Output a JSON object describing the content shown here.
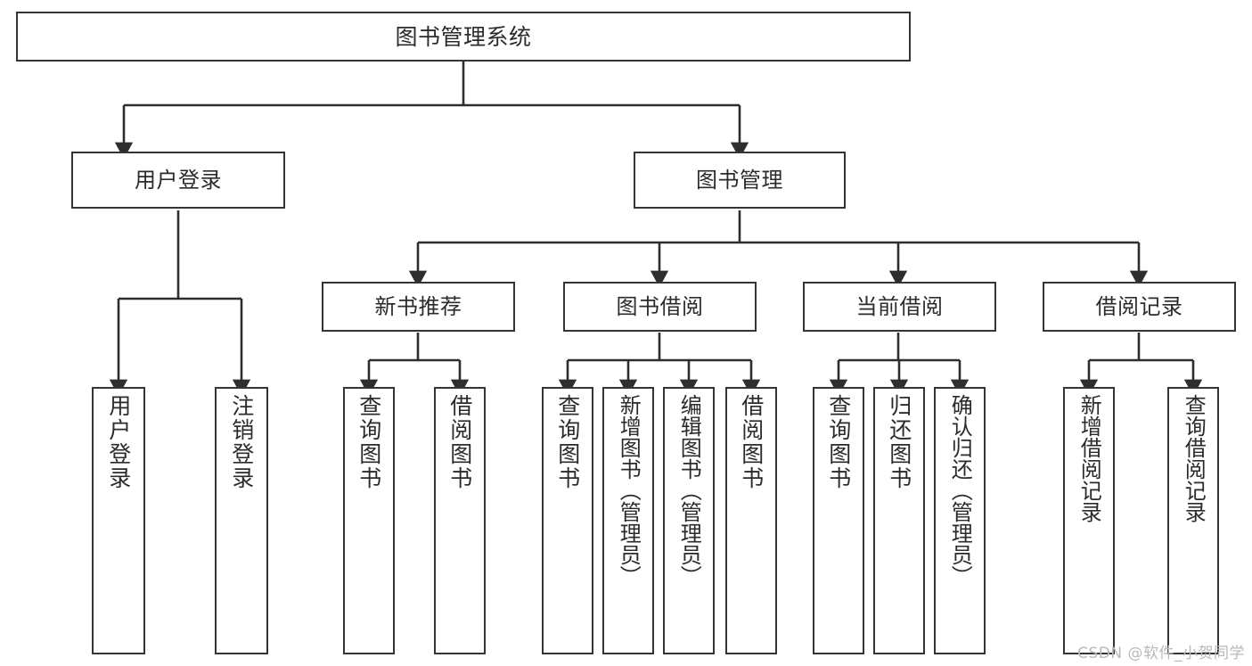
{
  "diagram": {
    "title": "图书管理系统",
    "type": "tree-hierarchy-chart",
    "colors": {
      "background": "#ffffff",
      "box_border": "#343434",
      "connector": "#2e2e2e",
      "text": "#2b2b2b",
      "watermark": "#b9b9b9"
    },
    "root": {
      "id": "root",
      "label": "图书管理系统"
    },
    "level2": [
      {
        "id": "user-login",
        "label": "用户登录"
      },
      {
        "id": "book-management",
        "label": "图书管理"
      }
    ],
    "level3": [
      {
        "id": "new-book-recommend",
        "label": "新书推荐",
        "parent": "book-management"
      },
      {
        "id": "book-borrow",
        "label": "图书借阅",
        "parent": "book-management"
      },
      {
        "id": "current-borrow",
        "label": "当前借阅",
        "parent": "book-management"
      },
      {
        "id": "borrow-record",
        "label": "借阅记录",
        "parent": "book-management"
      }
    ],
    "leaves": [
      {
        "id": "leaf-user-login",
        "label": "用户登录",
        "parent": "user-login"
      },
      {
        "id": "leaf-logout-login",
        "label": "注销登录",
        "parent": "user-login"
      },
      {
        "id": "leaf-query-book-1",
        "label": "查询图书",
        "parent": "new-book-recommend"
      },
      {
        "id": "leaf-borrow-book-1",
        "label": "借阅图书",
        "parent": "new-book-recommend"
      },
      {
        "id": "leaf-query-book-2",
        "label": "查询图书",
        "parent": "book-borrow"
      },
      {
        "id": "leaf-add-book",
        "label": "新增图书（管理员）",
        "parent": "book-borrow"
      },
      {
        "id": "leaf-edit-book",
        "label": "编辑图书（管理员）",
        "parent": "book-borrow"
      },
      {
        "id": "leaf-borrow-book-2",
        "label": "借阅图书",
        "parent": "book-borrow"
      },
      {
        "id": "leaf-query-book-3",
        "label": "查询图书",
        "parent": "current-borrow"
      },
      {
        "id": "leaf-return-book",
        "label": "归还图书",
        "parent": "current-borrow"
      },
      {
        "id": "leaf-confirm-return",
        "label": "确认归还（管理员）",
        "parent": "current-borrow"
      },
      {
        "id": "leaf-add-borrow-record",
        "label": "新增借阅记录",
        "parent": "borrow-record"
      },
      {
        "id": "leaf-query-borrow-record",
        "label": "查询借阅记录",
        "parent": "borrow-record"
      }
    ]
  },
  "watermark": {
    "text": "CSDN @软件_小贺同学"
  }
}
